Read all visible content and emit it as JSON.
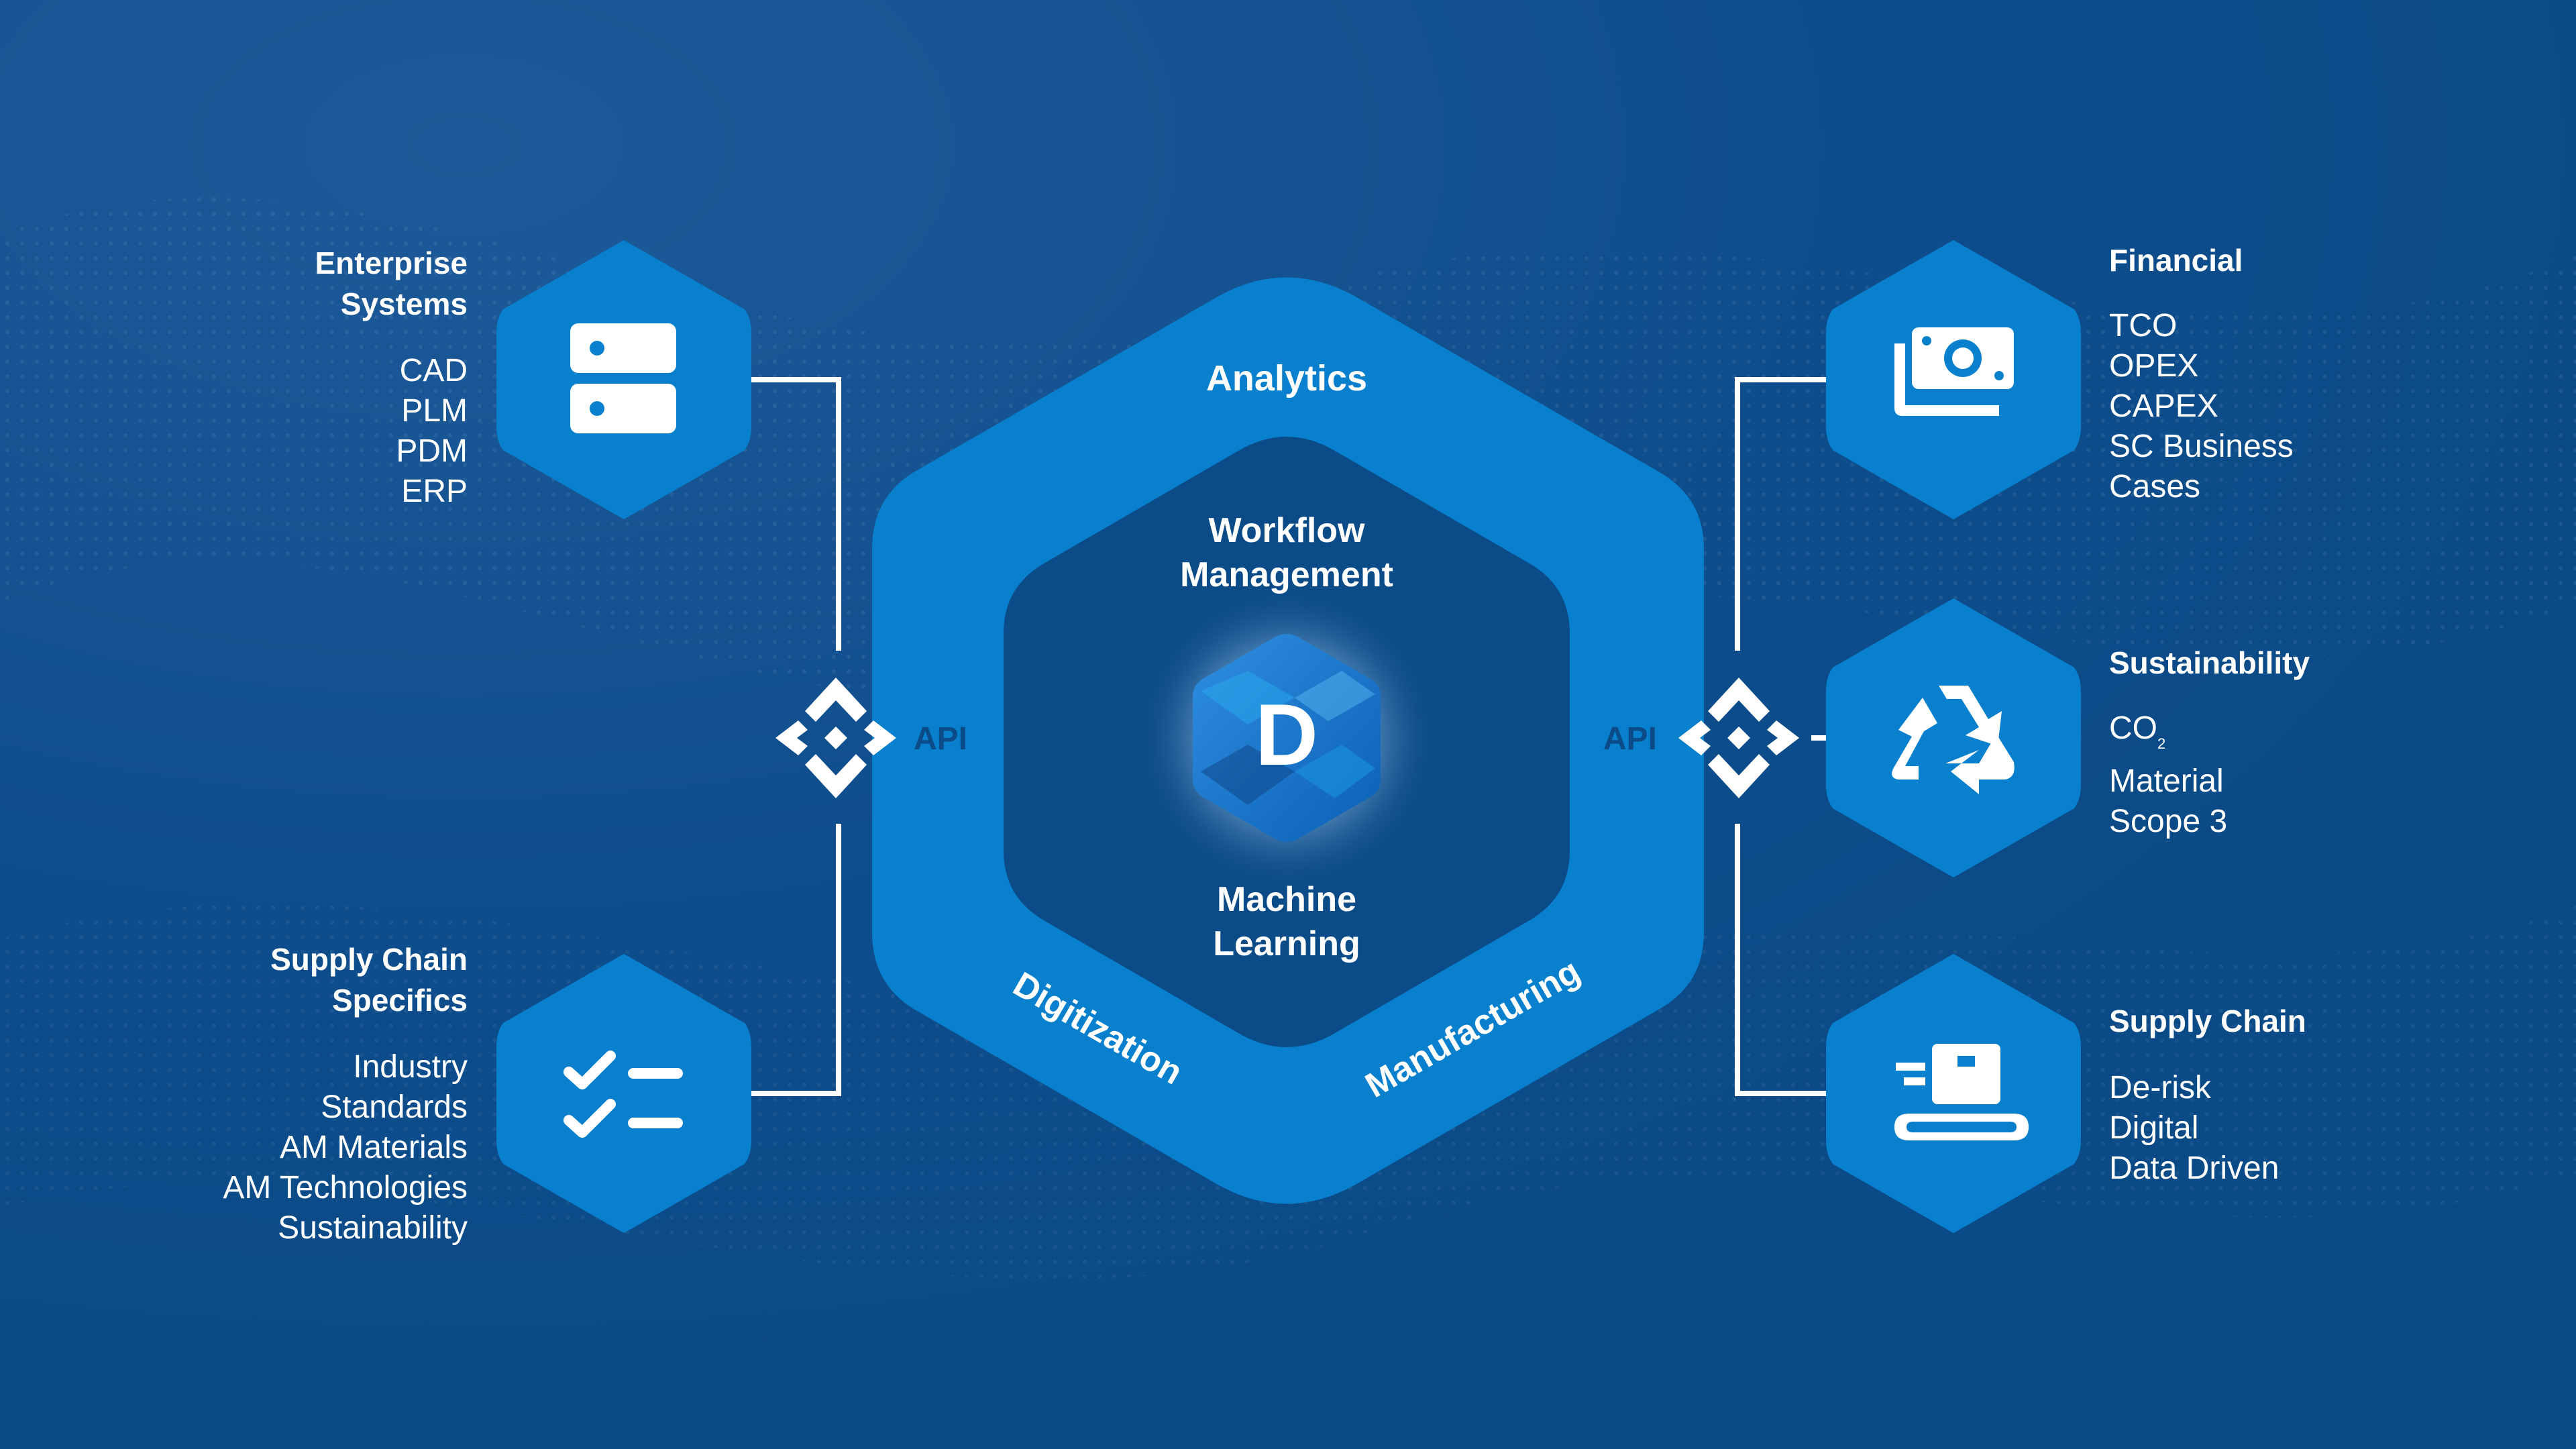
{
  "colors": {
    "background": "#0a4a86",
    "background_light": "#1e5a99",
    "hex_light": "#0880cd",
    "hex_dark": "#0b4b88",
    "text": "#ffffff",
    "api_text": "#0b4b88"
  },
  "center": {
    "outer_ring": {
      "top_label": "Analytics",
      "left_label": "Digitization",
      "right_label": "Manufacturing"
    },
    "inner": {
      "top_label_line1": "Workflow",
      "top_label_line2": "Management",
      "bottom_label_line1": "Machine",
      "bottom_label_line2": "Learning"
    },
    "logo_letter": "D"
  },
  "api": {
    "left_label": "API",
    "right_label": "API",
    "icon": "api-connector-icon"
  },
  "left_nodes": [
    {
      "icon": "server-icon",
      "title_lines": [
        "Enterprise",
        "Systems"
      ],
      "items": [
        "CAD",
        "PLM",
        "PDM",
        "ERP"
      ]
    },
    {
      "icon": "checklist-icon",
      "title_lines": [
        "Supply Chain",
        "Specifics"
      ],
      "items": [
        "Industry",
        "Standards",
        "AM Materials",
        "AM Technologies",
        "Sustainability"
      ]
    }
  ],
  "right_nodes": [
    {
      "icon": "money-icon",
      "title": "Financial",
      "items": [
        "TCO",
        "OPEX",
        "CAPEX",
        "SC Business",
        "Cases"
      ]
    },
    {
      "icon": "recycle-icon",
      "title": "Sustainability",
      "co2_text": "CO",
      "co2_sub": "2",
      "items": [
        "Material",
        "Scope 3"
      ]
    },
    {
      "icon": "printer-icon",
      "title": "Supply Chain",
      "items": [
        "De-risk",
        "Digital",
        "Data Driven"
      ]
    }
  ]
}
